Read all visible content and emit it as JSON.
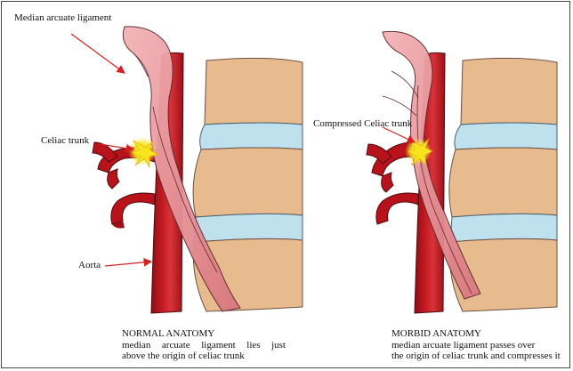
{
  "labels": {
    "median_arcuate_ligament": "Median arcuate ligament",
    "celiac_trunk": "Celiac trunk",
    "aorta": "Aorta",
    "compressed_celiac_trunk": "Compressed Celiac trunk"
  },
  "captions": {
    "normal": {
      "title": "NORMAL ANATOMY",
      "line1": "median  arcuate  ligament  lies  just",
      "line2": "above the origin of celiac trunk"
    },
    "morbid": {
      "title": "MORBID ANATOMY",
      "line1": "median arcuate ligament passes over",
      "line2": "the origin of celiac trunk and compresses it"
    }
  },
  "colors": {
    "aorta": "#b8131b",
    "aorta_highlight": "#d9333a",
    "ligament": "#e58c92",
    "vertebra": "#e8bb8e",
    "disc": "#bfe1ee",
    "arrow": "#d42020",
    "nerve_glow": "#f5e62a"
  }
}
